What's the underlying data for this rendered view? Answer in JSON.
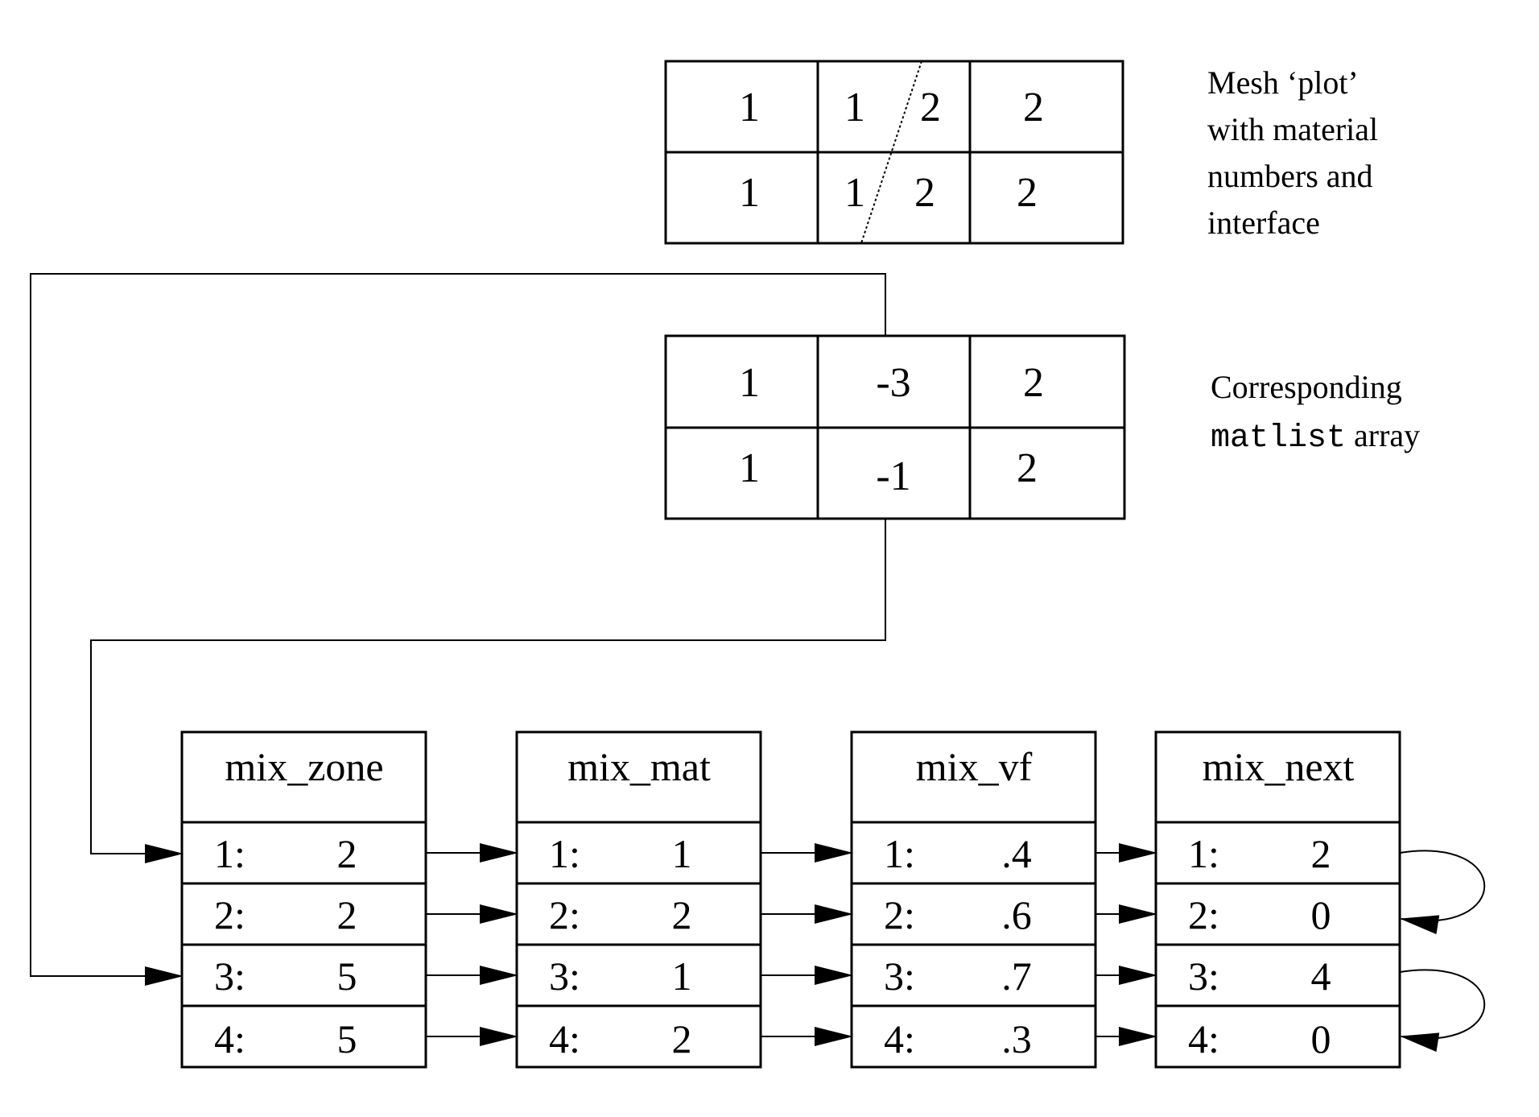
{
  "mesh_plot": {
    "rows": [
      [
        {
          "text": "1"
        },
        {
          "left": "1",
          "right": "2"
        },
        {
          "text": "2"
        }
      ],
      [
        {
          "text": "1"
        },
        {
          "left": "1",
          "right": "2"
        },
        {
          "text": "2"
        }
      ]
    ],
    "caption": [
      "Mesh ‘plot’",
      "with material",
      "numbers and",
      "interface"
    ]
  },
  "matlist": {
    "rows": [
      [
        "1",
        "-3",
        "2"
      ],
      [
        "1",
        "-1",
        "2"
      ]
    ],
    "caption_line1": "Corresponding",
    "caption_code": "matlist",
    "caption_rest": " array"
  },
  "arrays": [
    {
      "name": "mix_zone",
      "entries": [
        {
          "index": "1:",
          "value": "2"
        },
        {
          "index": "2:",
          "value": "2"
        },
        {
          "index": "3:",
          "value": "5"
        },
        {
          "index": "4:",
          "value": "5"
        }
      ]
    },
    {
      "name": "mix_mat",
      "entries": [
        {
          "index": "1:",
          "value": "1"
        },
        {
          "index": "2:",
          "value": "2"
        },
        {
          "index": "3:",
          "value": "1"
        },
        {
          "index": "4:",
          "value": "2"
        }
      ]
    },
    {
      "name": "mix_vf",
      "entries": [
        {
          "index": "1:",
          "value": ".4"
        },
        {
          "index": "2:",
          "value": ".6"
        },
        {
          "index": "3:",
          "value": ".7"
        },
        {
          "index": "4:",
          "value": ".3"
        }
      ]
    },
    {
      "name": "mix_next",
      "entries": [
        {
          "index": "1:",
          "value": "2"
        },
        {
          "index": "2:",
          "value": "0"
        },
        {
          "index": "3:",
          "value": "4"
        },
        {
          "index": "4:",
          "value": "0"
        }
      ]
    }
  ],
  "colors": {
    "ink": "#000000",
    "background": "#ffffff"
  }
}
